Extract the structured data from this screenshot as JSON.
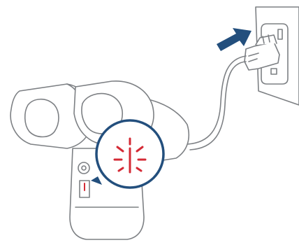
{
  "illustration": {
    "colors": {
      "background": "#ffffff",
      "line_art": "#7d8084",
      "fill": "#ffffff",
      "arrow": "#234f7d",
      "callout_border": "#234f7d",
      "status_light": "#d42a35"
    },
    "elements": [
      "floodlight-camera",
      "power-cable",
      "wall-outlet",
      "plug",
      "insert-arrow",
      "zoom-callout",
      "blinking-red-light"
    ]
  }
}
